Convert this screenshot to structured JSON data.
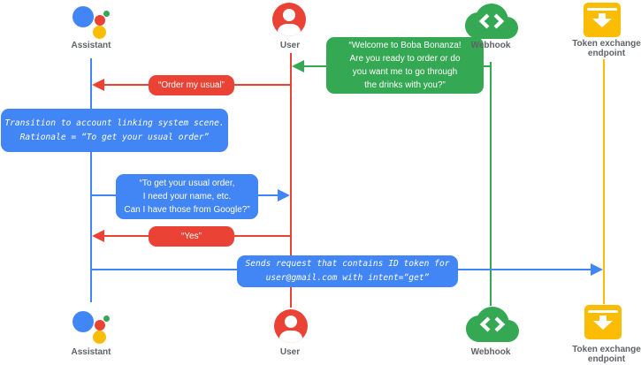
{
  "colors": {
    "blue": "#4285f4",
    "red": "#ea4335",
    "green": "#34a853",
    "yellow": "#fbbc04",
    "label_gray": "#5f6368"
  },
  "actors": [
    {
      "id": "assistant",
      "label": "Assistant"
    },
    {
      "id": "user",
      "label": "User"
    },
    {
      "id": "webhook",
      "label": "Webhook"
    },
    {
      "id": "token_endpoint",
      "label": "Token exchange endpoint"
    }
  ],
  "messages": [
    {
      "id": "welcome",
      "from": "Webhook",
      "to": "User",
      "style": "green-speech",
      "text": "“Welcome to Boba Bonanza!\nAre you ready to order or do\nyou want me to go through\nthe drinks with you?”"
    },
    {
      "id": "order_my_usual",
      "from": "User",
      "to": "Assistant",
      "style": "red-speech",
      "text": "“Order my usual”"
    },
    {
      "id": "transition_note",
      "on": "Assistant",
      "style": "blue-note",
      "text": "Transition to account linking system scene.\nRationale = “To get your usual order”"
    },
    {
      "id": "ask_for_info",
      "from": "Assistant",
      "to": "User",
      "style": "blue-speech",
      "text": "“To get your usual order,\nI need your name, etc.\nCan I have those from Google?”"
    },
    {
      "id": "yes",
      "from": "User",
      "to": "Assistant",
      "style": "red-speech",
      "text": "“Yes”"
    },
    {
      "id": "send_request",
      "from": "Assistant",
      "to": "Token exchange endpoint",
      "style": "blue-note",
      "text": "Sends request that contains ID token for\nuser@gmail.com with intent=“get”"
    }
  ]
}
